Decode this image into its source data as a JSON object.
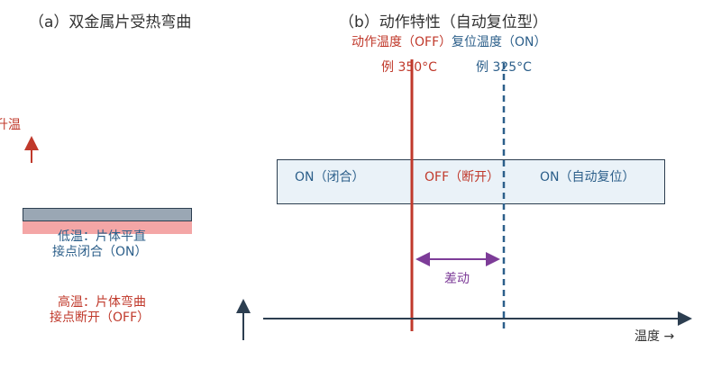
{
  "left_panel": {
    "title": "（a）双金属片受热弯曲",
    "heat_label": "升温",
    "low_temp_line1": "低温：片体平直",
    "low_temp_line2": "接点闭合（ON）",
    "high_temp_line1": "高温：片体弯曲",
    "high_temp_line2": "接点断开（OFF）"
  },
  "right_panel": {
    "title": "（b）动作特性（自动复位型）",
    "off_point_label": "动作温度（OFF）",
    "off_point_example": "例 350°C",
    "on_point_label": "复位温度（ON）",
    "on_point_example": "例 325°C",
    "state_segments": [
      "ON（闭合）",
      "OFF（断开）",
      "ON（自动复位）"
    ],
    "hysteresis_label": "差动",
    "x_axis_label": "温度 →"
  },
  "colors": {
    "off_line": "#c0392b",
    "on_line": "#2c5f8a",
    "hysteresis": "#7d3c98",
    "band_fill": "#eaf2f8",
    "strip_top": "#9aa7b4",
    "strip_bottom": "#f4a6a6"
  }
}
